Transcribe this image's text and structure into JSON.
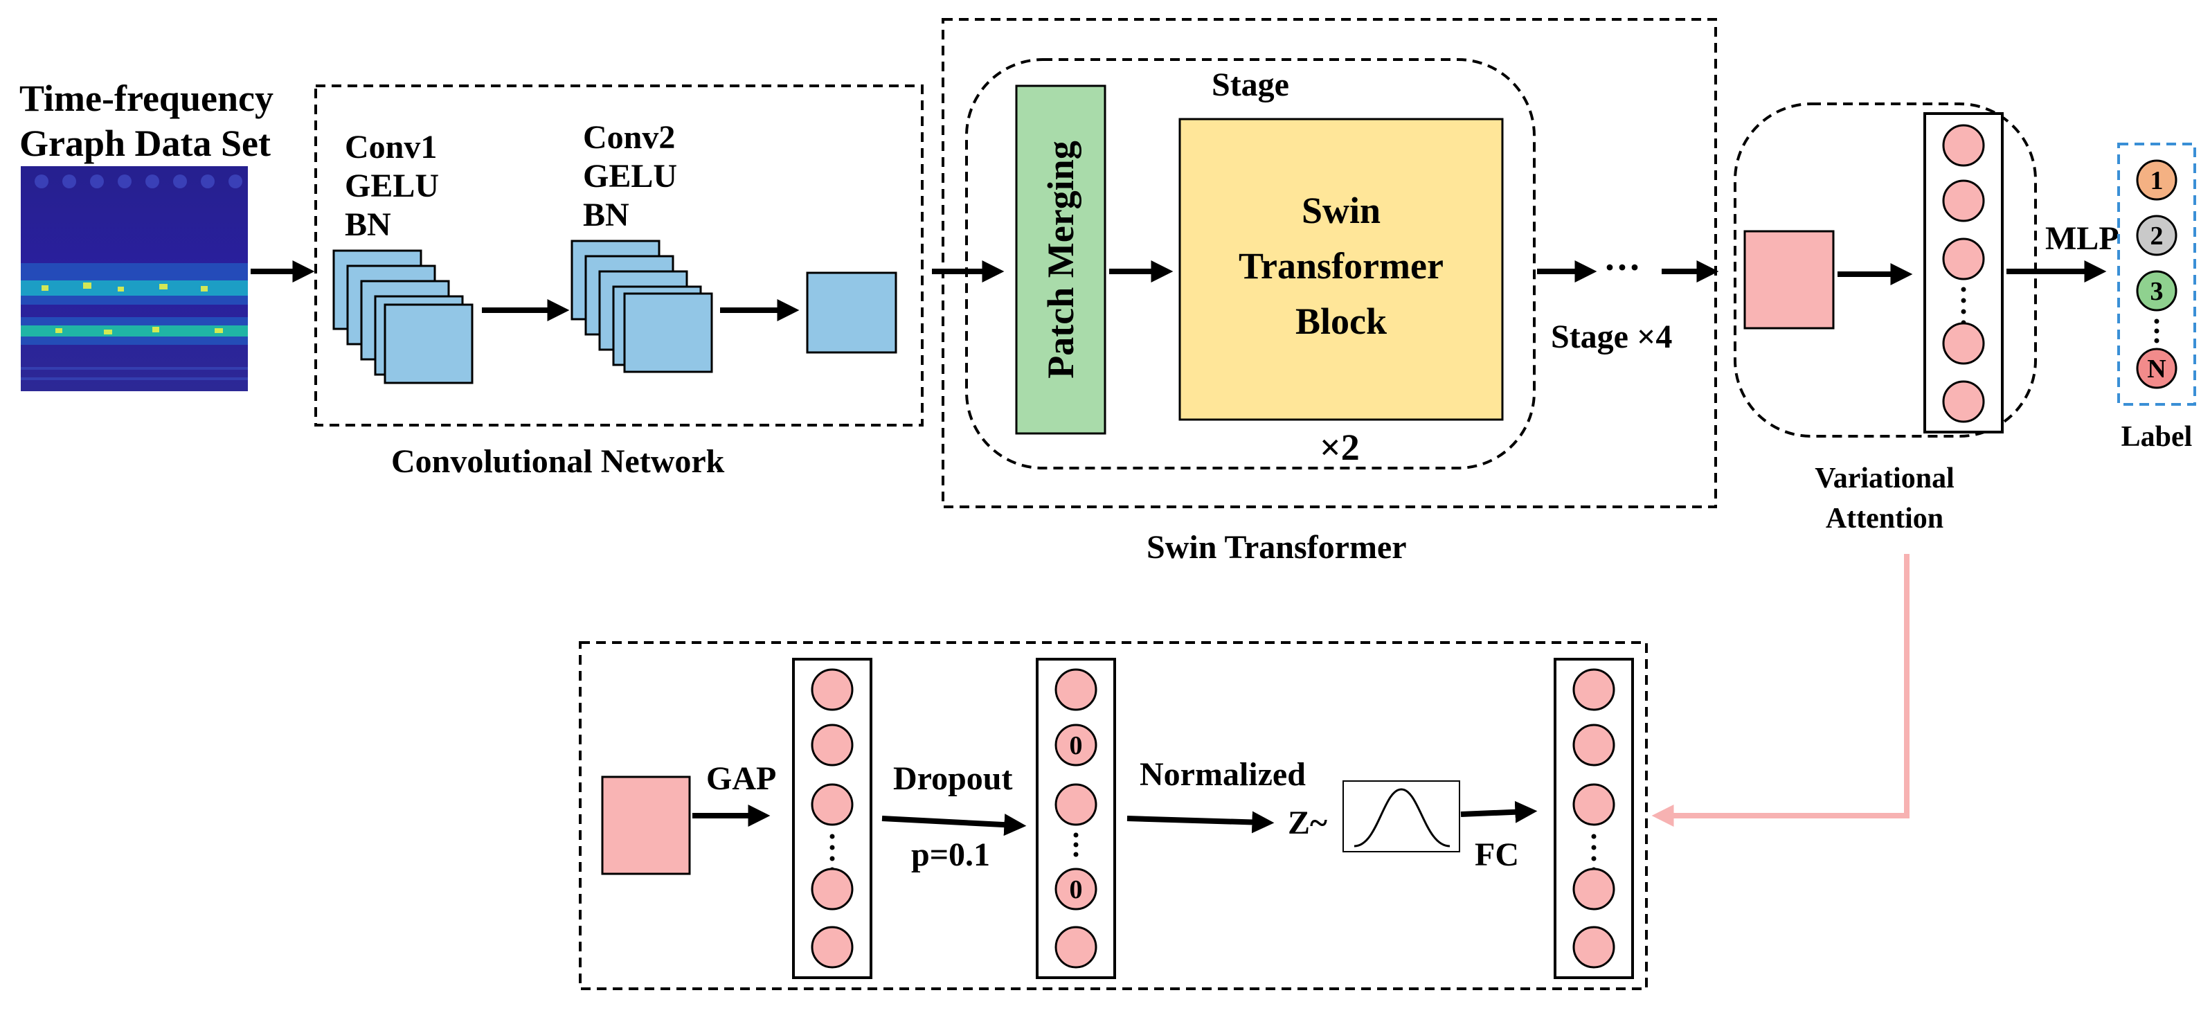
{
  "input": {
    "title_line1": "Time-frequency",
    "title_line2": "Graph Data Set"
  },
  "conv": {
    "layer1": [
      "Conv1",
      "GELU",
      "BN"
    ],
    "layer2": [
      "Conv2",
      "GELU",
      "BN"
    ],
    "caption": "Convolutional Network"
  },
  "swin": {
    "stage_label": "Stage",
    "patch_merging": "Patch Merging",
    "block_line1": "Swin",
    "block_line2": "Transformer",
    "block_line3": "Block",
    "times2": "×2",
    "ellipsis": "···",
    "stage_times4": "Stage ×4",
    "caption": "Swin Transformer"
  },
  "variational": {
    "caption_line1": "Variational",
    "caption_line2": "Attention"
  },
  "mlp": {
    "label": "MLP",
    "classes": [
      "1",
      "2",
      "3",
      "N"
    ],
    "caption": "Label"
  },
  "detail": {
    "gap": "GAP",
    "dropout": "Dropout",
    "p": "p=0.1",
    "zero": "0",
    "normalized": "Normalized",
    "z": "Z~",
    "fc": "FC"
  },
  "colors": {
    "conv_blue": "#92c6e6",
    "patch_green": "#a9dbaa",
    "block_yellow": "#ffe699",
    "node_pink": "#f9b4b4",
    "class_orange": "#f4b183",
    "class_gray": "#c9c9c9",
    "class_green": "#8fd18f",
    "class_red": "#f28b8b",
    "link_pink": "#f7b2b2",
    "label_border_blue": "#3a8fd6"
  }
}
